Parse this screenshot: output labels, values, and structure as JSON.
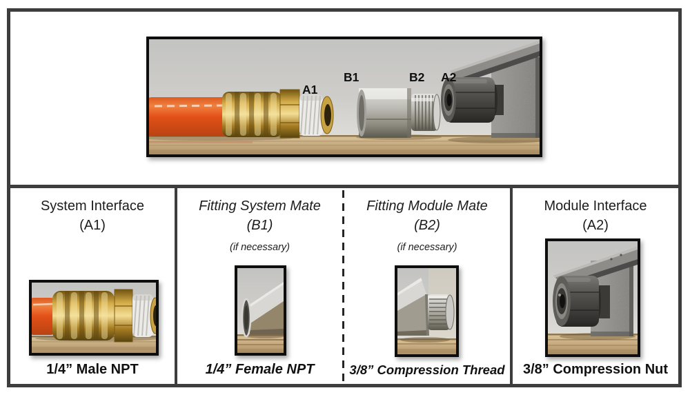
{
  "colors": {
    "frame_border": "#3d3d3d",
    "photo_border": "#0e0e0e",
    "text": "#1c1c1c",
    "hose_orange": "#e4561e",
    "brass": "#d3ab48",
    "steel": "#bcbab3",
    "gunmetal": "#4e4c49",
    "wood": "#c9ad83",
    "photo_background": "#cbcbc9"
  },
  "top_photo": {
    "labels": [
      {
        "text": "A1"
      },
      {
        "text": "B1"
      },
      {
        "text": "B2"
      },
      {
        "text": "A2"
      }
    ]
  },
  "panels": [
    {
      "title_line1": "System Interface",
      "title_line2": "(A1)",
      "note": "",
      "caption": "1/4” Male NPT"
    },
    {
      "title_line1": "Fitting System Mate",
      "title_line2": "(B1)",
      "note": "(if necessary)",
      "caption": "1/4” Female NPT"
    },
    {
      "title_line1": "Fitting Module Mate",
      "title_line2": "(B2)",
      "note": "(if necessary)",
      "caption": "3/8” Compression Thread"
    },
    {
      "title_line1": "Module Interface",
      "title_line2": "(A2)",
      "note": "",
      "caption": "3/8” Compression Nut"
    }
  ]
}
